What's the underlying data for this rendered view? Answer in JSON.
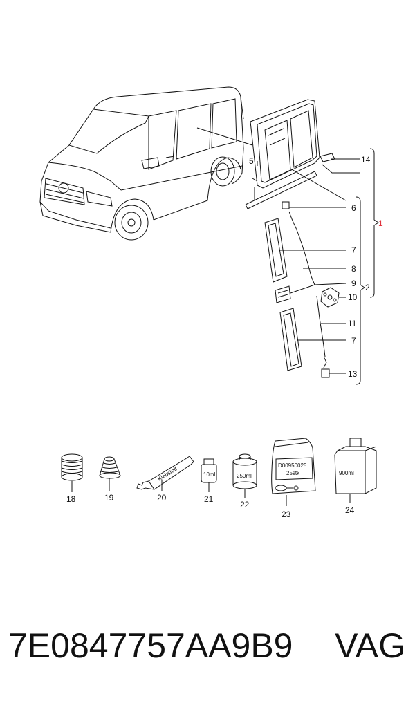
{
  "callouts": {
    "c1": "1",
    "c2": "2",
    "c5": "5",
    "c6": "6",
    "c7a": "7",
    "c7b": "7",
    "c8": "8",
    "c9": "9",
    "c10": "10",
    "c11": "11",
    "c13": "13",
    "c14": "14",
    "c18": "18",
    "c19": "19",
    "c20": "20",
    "c21": "21",
    "c22": "22",
    "c23": "23",
    "c24": "24"
  },
  "product_labels": {
    "tube": "Klebstoff",
    "bottle_small": "10ml",
    "can": "250ml",
    "bag_code": "D00950025",
    "bag_qty": "25stk",
    "canister": "900ml"
  },
  "footer": {
    "part_number": "7E0847757AA9B9",
    "brand": "VAG"
  }
}
